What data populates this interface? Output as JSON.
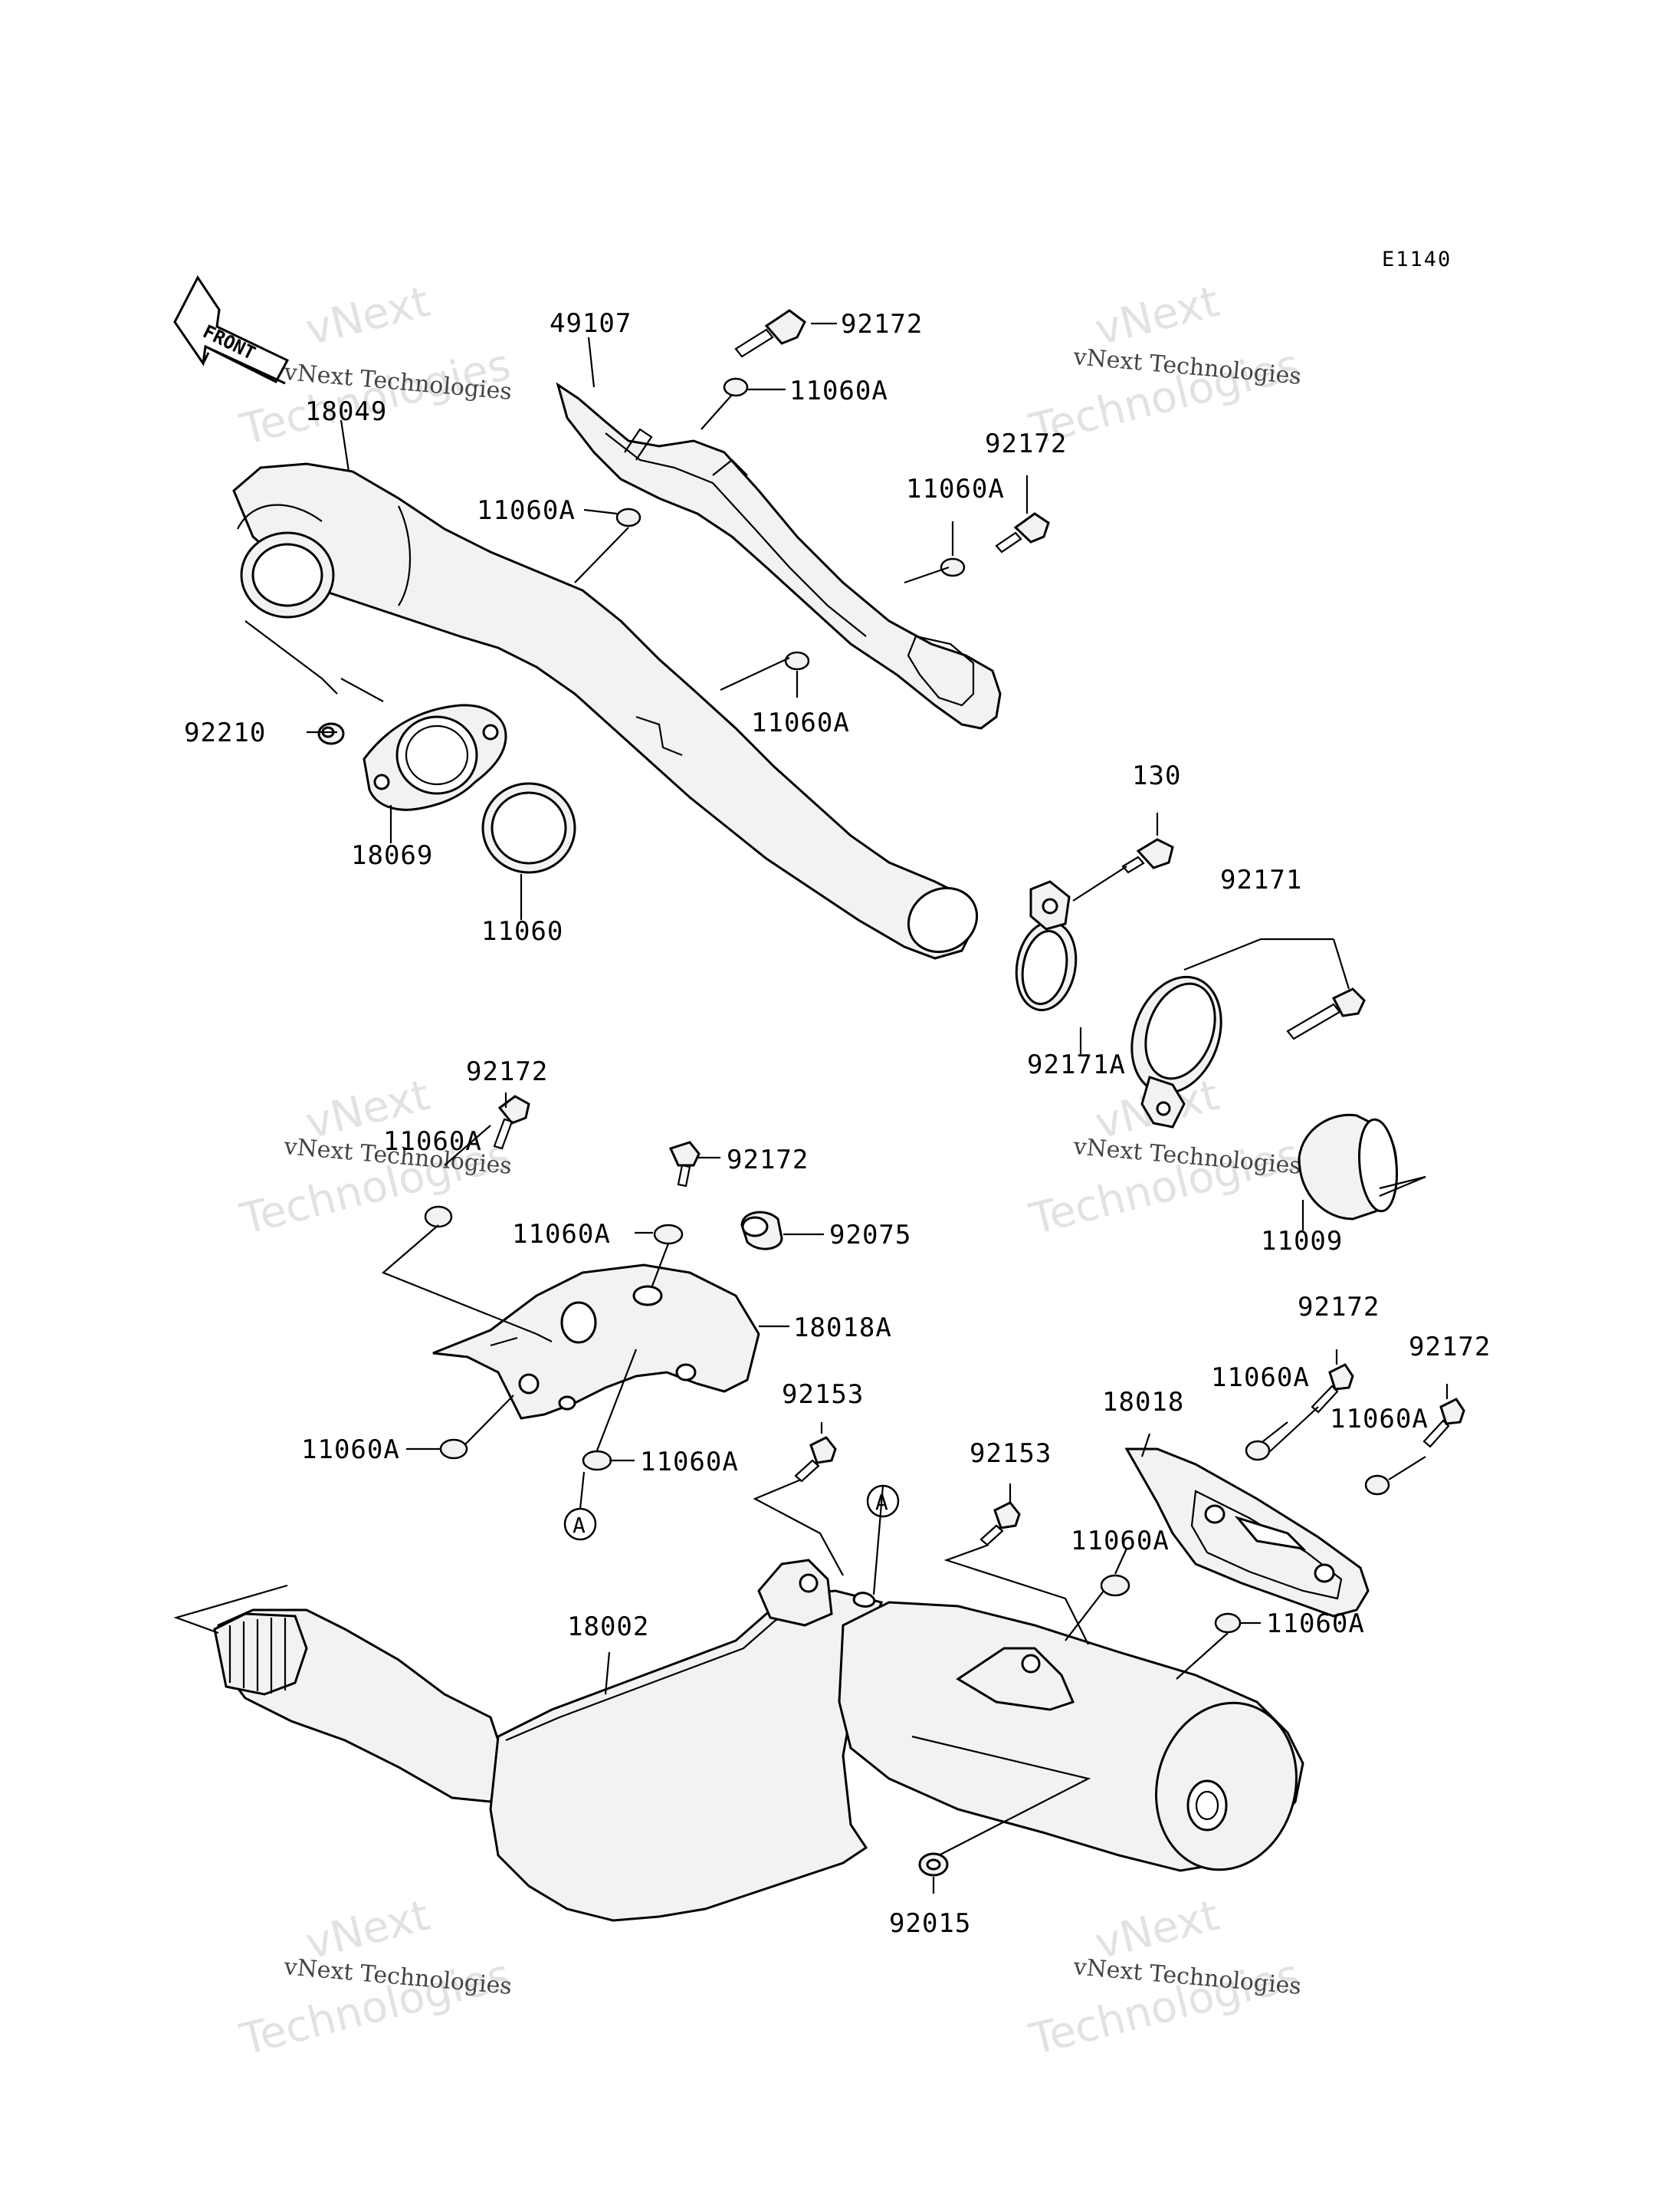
{
  "diagram_code": "E1140",
  "front_label": "FRONT",
  "watermark": {
    "line1": "vNext Technologies",
    "line2": "vNext",
    "line3": "Technologies"
  },
  "labels": [
    {
      "id": "49107",
      "text": "49107"
    },
    {
      "id": "92172-a",
      "text": "92172"
    },
    {
      "id": "11060A-a",
      "text": "11060A"
    },
    {
      "id": "18049",
      "text": "18049"
    },
    {
      "id": "92172-b",
      "text": "92172"
    },
    {
      "id": "11060A-b",
      "text": "11060A"
    },
    {
      "id": "11060A-c",
      "text": "11060A"
    },
    {
      "id": "11060A-d",
      "text": "11060A"
    },
    {
      "id": "92210",
      "text": "92210"
    },
    {
      "id": "18069",
      "text": "18069"
    },
    {
      "id": "11060",
      "text": "11060"
    },
    {
      "id": "130",
      "text": "130"
    },
    {
      "id": "92171",
      "text": "92171"
    },
    {
      "id": "92171A",
      "text": "92171A"
    },
    {
      "id": "11009",
      "text": "11009"
    },
    {
      "id": "92172-c",
      "text": "92172"
    },
    {
      "id": "11060A-e",
      "text": "11060A"
    },
    {
      "id": "92172-d",
      "text": "92172"
    },
    {
      "id": "11060A-f",
      "text": "11060A"
    },
    {
      "id": "92075",
      "text": "92075"
    },
    {
      "id": "18018A",
      "text": "18018A"
    },
    {
      "id": "92153-a",
      "text": "92153"
    },
    {
      "id": "11060A-g",
      "text": "11060A"
    },
    {
      "id": "11060A-h",
      "text": "11060A"
    },
    {
      "id": "92172-e",
      "text": "92172"
    },
    {
      "id": "11060A-i",
      "text": "11060A"
    },
    {
      "id": "92172-f",
      "text": "92172"
    },
    {
      "id": "18018",
      "text": "18018"
    },
    {
      "id": "11060A-j",
      "text": "11060A"
    },
    {
      "id": "92153-b",
      "text": "92153"
    },
    {
      "id": "11060A-k",
      "text": "11060A"
    },
    {
      "id": "11060A-l",
      "text": "11060A"
    },
    {
      "id": "18002",
      "text": "18002"
    },
    {
      "id": "92015",
      "text": "92015"
    }
  ],
  "callouts": [
    {
      "id": "A-1",
      "text": "A"
    },
    {
      "id": "A-2",
      "text": "A"
    }
  ]
}
